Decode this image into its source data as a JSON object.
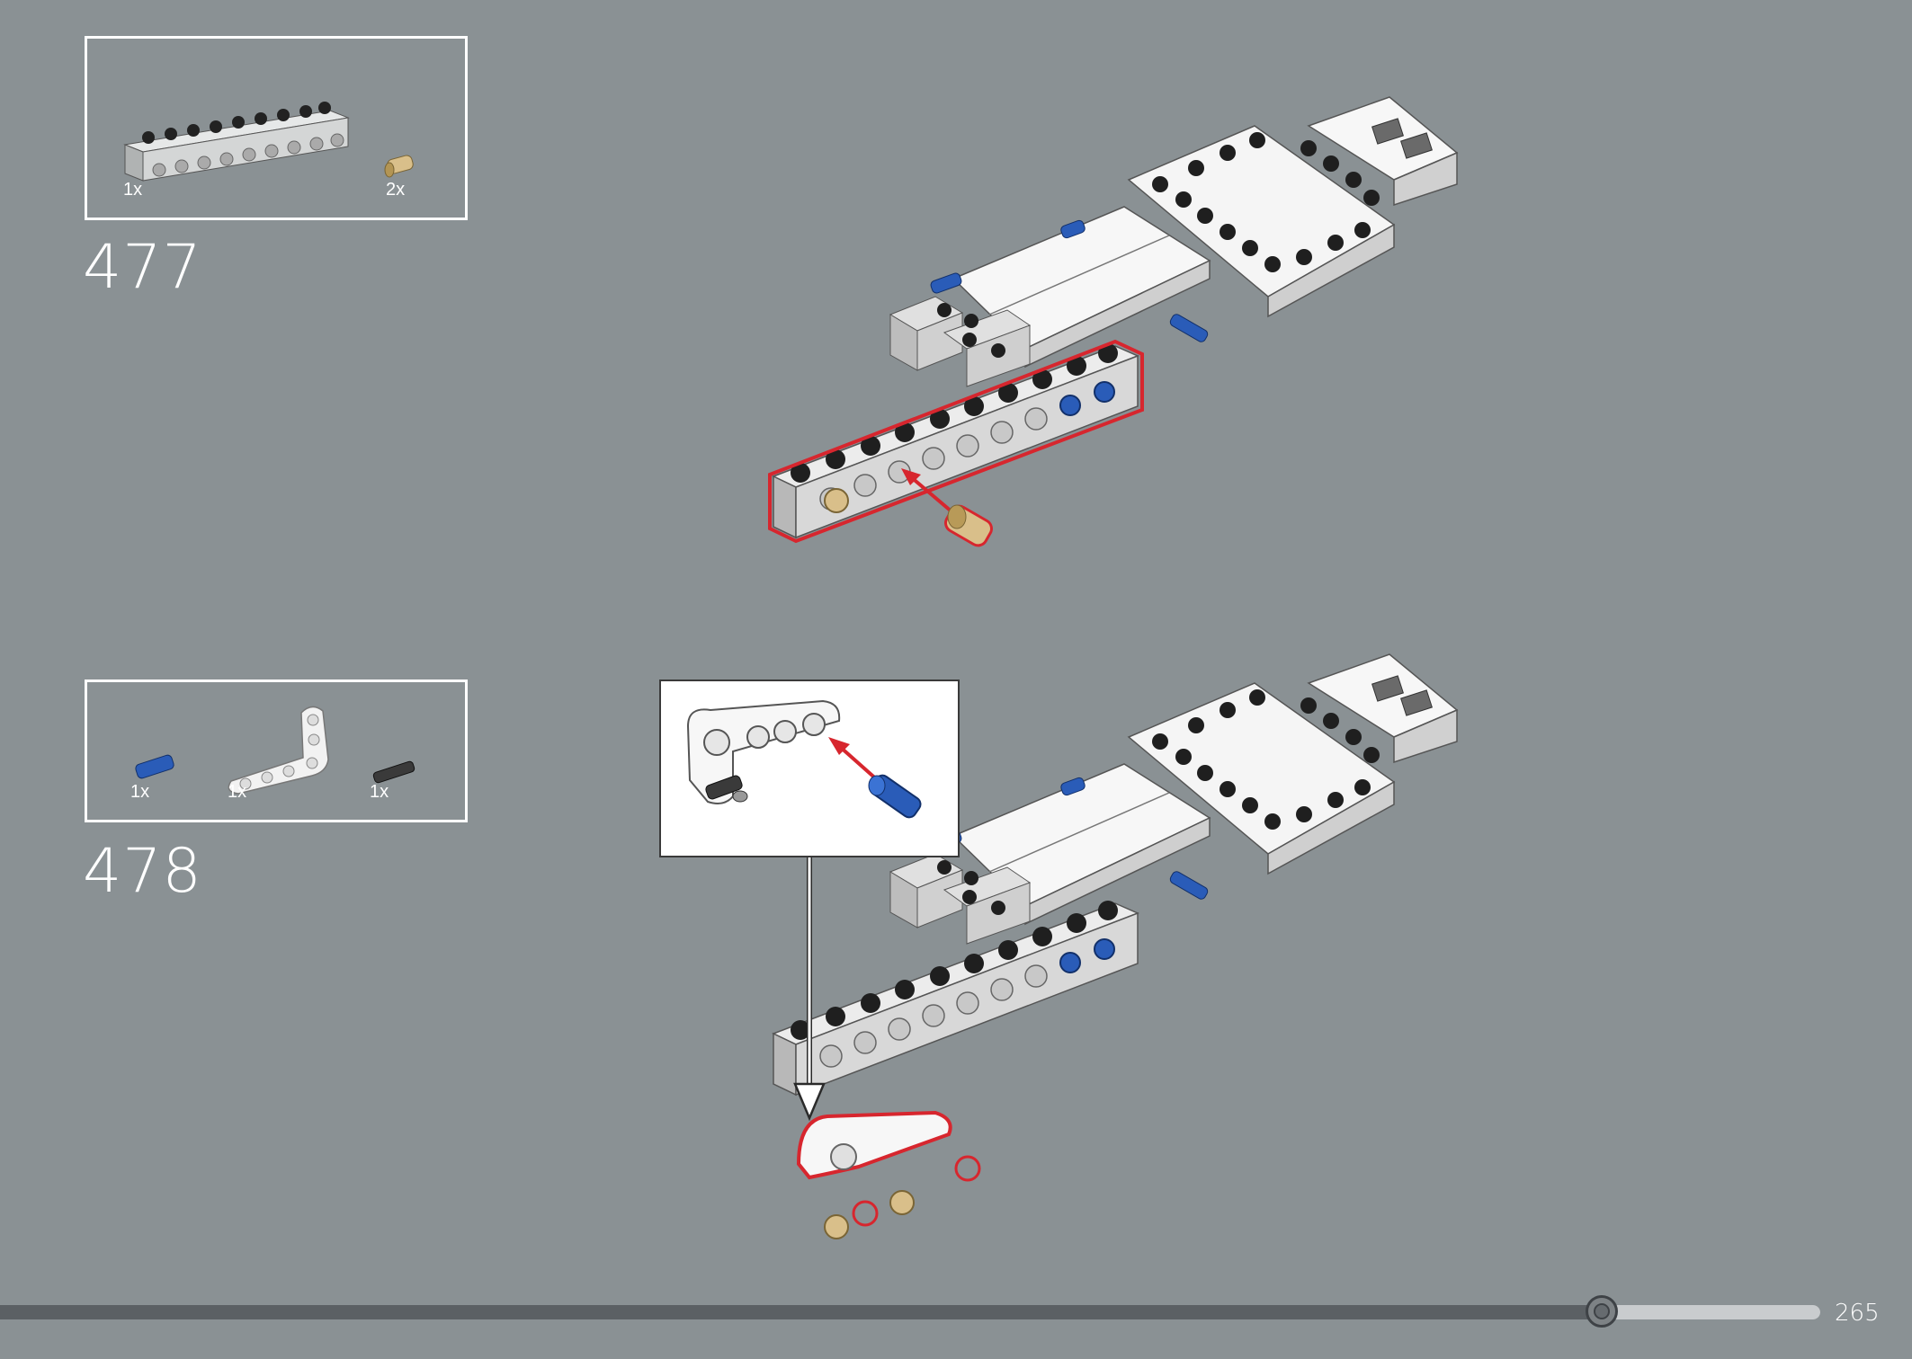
{
  "steps": [
    {
      "number": "477",
      "parts": [
        {
          "qty": "1x",
          "icon": "technic-beam-icon",
          "color": "#d4d6d6"
        },
        {
          "qty": "2x",
          "icon": "tan-pin-icon",
          "color": "#d9bf8a"
        }
      ]
    },
    {
      "number": "478",
      "parts": [
        {
          "qty": "1x",
          "icon": "blue-axle-pin-icon",
          "color": "#2a5cb8"
        },
        {
          "qty": "1x",
          "icon": "white-l-beam-icon",
          "color": "#f2f2f2"
        },
        {
          "qty": "1x",
          "icon": "black-axle-icon",
          "color": "#3a3a3a"
        }
      ]
    }
  ],
  "footer": {
    "page_number": "265",
    "progress": 0.88
  },
  "colors": {
    "background": "#8a9194",
    "highlight": "#d7262e",
    "insert_arrow": "#d7262e"
  }
}
